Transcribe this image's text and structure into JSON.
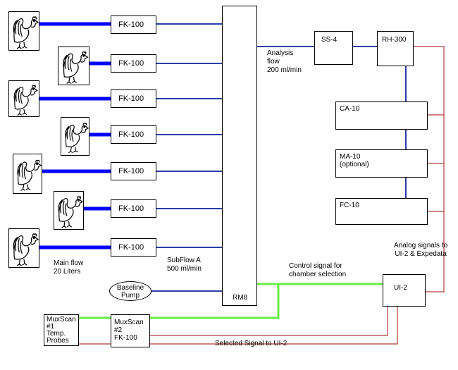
{
  "flow_meters": [
    "FK-100",
    "FK-100",
    "FK-100",
    "FK-100",
    "FK-100",
    "FK-100",
    "FK-100"
  ],
  "rm8": "RM8",
  "ss4": "SS-4",
  "rh300": "RH-300",
  "ca10": "CA-10",
  "ma10": {
    "line1": "MA-10",
    "line2": "(optional)"
  },
  "fc10": "FC-10",
  "ui2": "UI-2",
  "pump": {
    "line1": "Baseline",
    "line2": "Pump"
  },
  "muxscan1": {
    "line1": "MuxScan",
    "line2": "#1",
    "line3": "Temp.",
    "line4": "Probes"
  },
  "muxscan2": {
    "line1": "MuxScan",
    "line2": "#2",
    "line3": "FK-100"
  },
  "labels": {
    "analysis_flow": {
      "line1": "Analysis",
      "line2": "flow",
      "line3": "200 ml/min"
    },
    "main_flow": {
      "line1": "Main flow",
      "line2": "20 Liters"
    },
    "subflow": {
      "line1": "SubFlow A",
      "line2": "500 ml/min"
    },
    "control_signal": {
      "line1": "Control signal for",
      "line2": "chamber selection"
    },
    "analog_signals": {
      "line1": "Analog signals to",
      "line2": "UI-2 & Expedata"
    },
    "selected_signal": "Selected Signal to UI-2"
  },
  "colors": {
    "thick_flow": "#0000ff",
    "thin_flow": "#2b3da8",
    "control": "#66ee44",
    "analog": "#b03a3a"
  }
}
